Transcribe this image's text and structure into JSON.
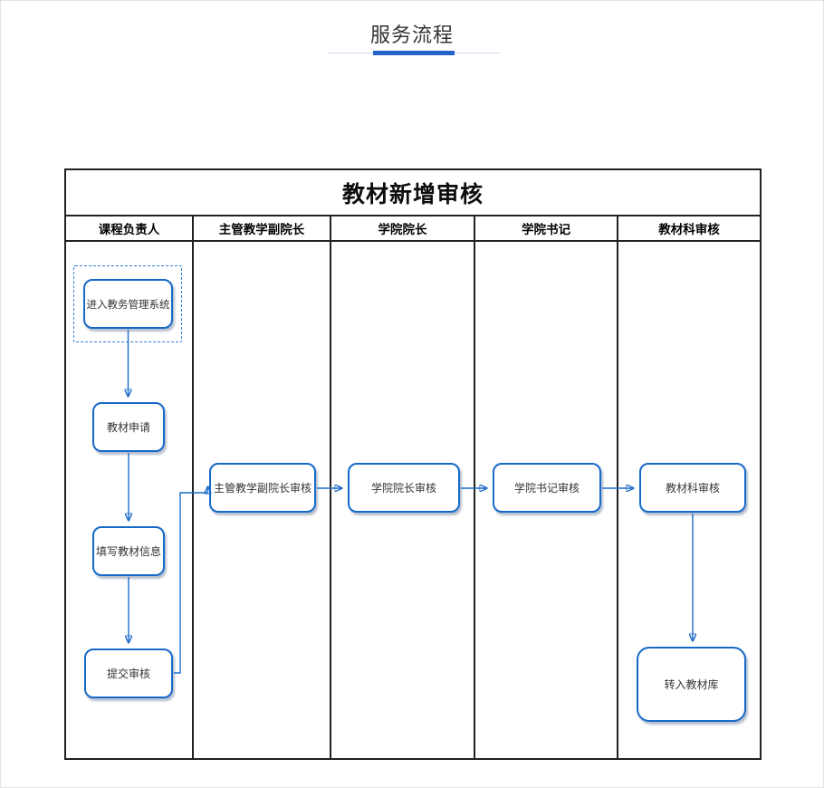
{
  "page": {
    "title": "服务流程"
  },
  "flowchart": {
    "title": "教材新增审核",
    "lanes": [
      "课程负责人",
      "主管教学副院长",
      "学院院长",
      "学院书记",
      "教材科审核"
    ],
    "nodes": [
      {
        "label": "进入教务管理系统",
        "lane": "课程负责人",
        "style": "dashed-highlight-frame"
      },
      {
        "label": "教材申请",
        "lane": "课程负责人"
      },
      {
        "label": "填写教材信息",
        "lane": "课程负责人"
      },
      {
        "label": "提交审核",
        "lane": "课程负责人"
      },
      {
        "label": "主管教学副院长审核",
        "lane": "主管教学副院长"
      },
      {
        "label": "学院院长审核",
        "lane": "学院院长"
      },
      {
        "label": "学院书记审核",
        "lane": "学院书记"
      },
      {
        "label": "教材科审核",
        "lane": "教材科审核"
      },
      {
        "label": "转入教材库",
        "lane": "教材科审核"
      }
    ],
    "edges": [
      {
        "from": "进入教务管理系统",
        "to": "教材申请"
      },
      {
        "from": "教材申请",
        "to": "填写教材信息"
      },
      {
        "from": "填写教材信息",
        "to": "提交审核"
      },
      {
        "from": "提交审核",
        "to": "主管教学副院长审核"
      },
      {
        "from": "主管教学副院长审核",
        "to": "学院院长审核"
      },
      {
        "from": "学院院长审核",
        "to": "学院书记审核"
      },
      {
        "from": "学院书记审核",
        "to": "教材科审核"
      },
      {
        "from": "教材科审核",
        "to": "转入教材库"
      }
    ]
  },
  "colors": {
    "node_border": "#1769c9",
    "arrow": "#1c6bca",
    "underline_accent": "#2264c8",
    "underline_line": "#c8d8ee",
    "table_border": "#212121",
    "title_text": "#333333"
  }
}
